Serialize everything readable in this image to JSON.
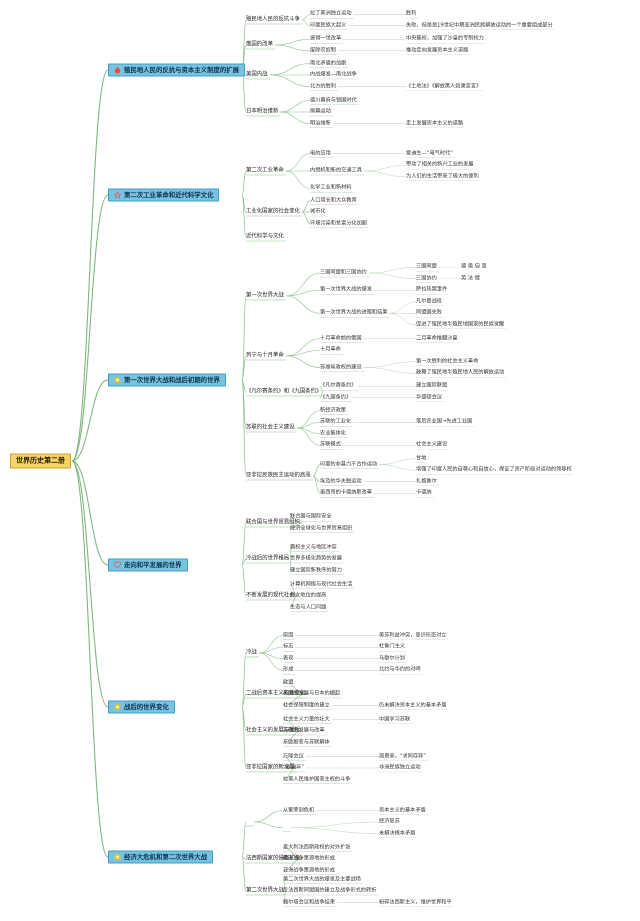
{
  "root": {
    "label": "世界历史第二册"
  },
  "branches": [
    {
      "label": "殖民地人民的反抗与资本主义制度的扩展",
      "icon": "flame-icon",
      "color": "#e84c3d",
      "children": [
        {
          "label": "殖民地人民的反抗斗争",
          "children": [
            {
              "label": "拉丁美洲独立运动",
              "children": [
                {
                  "label": "胜利"
                }
              ]
            },
            {
              "label": "印度民族大起义",
              "children": [
                {
                  "label": "失败，但是是19世纪中期亚洲民族解放运动的一个重要组成部分"
                }
              ]
            }
          ]
        },
        {
          "label": "俄国的改革",
          "children": [
            {
              "label": "彼得一世改革",
              "children": [
                {
                  "label": "中央集权，加强了沙皇的专制权力"
                }
              ]
            },
            {
              "label": "废除农奴制",
              "children": [
                {
                  "label": "推动走向发展资本主义道路"
                }
              ]
            }
          ]
        },
        {
          "label": "美国内战",
          "children": [
            {
              "label": "南北矛盾的加剧"
            },
            {
              "label": "内战爆发—南北战争"
            },
            {
              "label": "北方的胜利",
              "children": [
                {
                  "label": "《土地法》《解放黑人奴隶宣言》"
                }
              ]
            }
          ]
        },
        {
          "label": "日本明治维新",
          "children": [
            {
              "label": "德川幕府与锁国时代"
            },
            {
              "label": "倒幕运动"
            },
            {
              "label": "明治维新",
              "children": [
                {
                  "label": "走上发展资本主义的道路"
                }
              ]
            }
          ]
        }
      ]
    },
    {
      "label": "第二次工业革命和近代科学文化",
      "icon": "star-icon",
      "color": "#e84c3d",
      "children": [
        {
          "label": "第二次工业革命",
          "children": [
            {
              "label": "电的应用",
              "children": [
                {
                  "label": "爱迪生—“电气时代”"
                }
              ]
            },
            {
              "label": "内燃机和新的交通工具",
              "children": [
                {
                  "label": "带动了相关的新兴工业的发展"
                },
                {
                  "label": "为人们的生活带来了极大的便利"
                }
              ]
            },
            {
              "label": "化学工业和新材料"
            }
          ]
        },
        {
          "label": "工业化国家的社会变化",
          "children": [
            {
              "label": "人口增长和大众教育"
            },
            {
              "label": "城市化"
            },
            {
              "label": "环境污染和贫富分化加剧"
            }
          ]
        },
        {
          "label": "近代科学与文化"
        }
      ]
    },
    {
      "label": "第一次世界大战和战后初期的世界",
      "icon": "sun-icon",
      "color": "#f1c40f",
      "children": [
        {
          "label": "第一次世界大战",
          "children": [
            {
              "label": "三国同盟和三国协约",
              "children": [
                {
                  "label": "三国同盟",
                  "children": [
                    {
                      "label": "德 奥 匈 意"
                    }
                  ]
                },
                {
                  "label": "三国协约",
                  "children": [
                    {
                      "label": "英 法 俄"
                    }
                  ]
                }
              ]
            },
            {
              "label": "第一次世界大战的爆发",
              "children": [
                {
                  "label": "萨拉热窝事件"
                }
              ]
            },
            {
              "label": "第一次世界大战的进程和结果",
              "children": [
                {
                  "label": "凡尔登战役"
                },
                {
                  "label": "同盟国失败"
                },
                {
                  "label": "促进了殖民地半殖民地国家的民族觉醒"
                }
              ]
            }
          ]
        },
        {
          "label": "列宁与十月革命",
          "children": [
            {
              "label": "十月革命前的俄国",
              "children": [
                {
                  "label": "二月革命推翻沙皇"
                }
              ]
            },
            {
              "label": "十月革命"
            },
            {
              "label": "苏维埃政权的建设",
              "children": [
                {
                  "label": "第一次胜利的社会主义革命"
                },
                {
                  "label": "鼓舞了殖民地半殖民地人民的解放运动"
                }
              ]
            }
          ]
        },
        {
          "label": "《凡尔赛条约》和《九国条约》",
          "children": [
            {
              "label": "《凡尔赛条约》",
              "children": [
                {
                  "label": "建立国际联盟"
                }
              ]
            },
            {
              "label": "《九国条约》",
              "children": [
                {
                  "label": "华盛顿会议"
                }
              ]
            }
          ]
        },
        {
          "label": "苏联的社会主义建设",
          "children": [
            {
              "label": "新经济政策"
            },
            {
              "label": "苏联的工业化",
              "children": [
                {
                  "label": "落后农业国→先进工业国"
                }
              ]
            },
            {
              "label": "农业集体化"
            },
            {
              "label": "苏联模式",
              "children": [
                {
                  "label": "社会主义建设"
                }
              ]
            }
          ]
        },
        {
          "label": "亚非拉民族民主运动的高涨",
          "children": [
            {
              "label": "印度的非暴力不合作运动",
              "children": [
                {
                  "label": "甘地"
                },
                {
                  "label": "增强了印度人民的自尊心和自信心，保证了资产阶级对运动的领导权"
                }
              ]
            },
            {
              "label": "埃及的华夫脱运动",
              "children": [
                {
                  "label": "扎格鲁尔"
                }
              ]
            },
            {
              "label": "墨西哥的卡德纳斯改革",
              "children": [
                {
                  "label": "卡德纳"
                }
              ]
            }
          ]
        }
      ]
    },
    {
      "label": "走向和平发展的世界",
      "icon": "heart-icon",
      "color": "#e84c3d",
      "children": [
        {
          "label": "联合国与世界贸易组织",
          "children": [
            {
              "label": "联合国与国际安全"
            },
            {
              "label": "经济全球化与世界贸易组织"
            }
          ]
        },
        {
          "label": "冷战后的世界格局",
          "children": [
            {
              "label": "霸权主义与地区冲突"
            },
            {
              "label": "世界多极化趋势的发展"
            },
            {
              "label": "建立国际新秩序的努力"
            }
          ]
        },
        {
          "label": "不断发展的现代社会",
          "children": [
            {
              "label": "计算机网络与现代社会生活"
            },
            {
              "label": "妇女地位的提高"
            },
            {
              "label": "生态与人口问题"
            }
          ]
        }
      ]
    },
    {
      "label": "战后的世界变化",
      "icon": "sun-icon",
      "color": "#f1c40f",
      "children": [
        {
          "label": "冷战",
          "children": [
            {
              "label": "原因",
              "children": [
                {
                  "label": "美苏利益冲突，意识形态对立"
                }
              ]
            },
            {
              "label": "标志",
              "children": [
                {
                  "label": "杜鲁门主义"
                }
              ]
            },
            {
              "label": "表现",
              "children": [
                {
                  "label": "马歇尔计划"
                }
              ]
            },
            {
              "label": "形成",
              "children": [
                {
                  "label": "北约与华约的对峙"
                }
              ]
            }
          ]
        },
        {
          "label": "二战后资本主义的新变化",
          "children": [
            {
              "label": "欧盟"
            },
            {
              "label": "美国的发展与日本的崛起"
            },
            {
              "label": "社会保障制度的建立",
              "children": [
                {
                  "label": "仍未解决资本主义的基本矛盾"
                }
              ]
            }
          ]
        },
        {
          "label": "社会主义的发展与挫折",
          "children": [
            {
              "label": "社会主义力量的壮大",
              "children": [
                {
                  "label": "中国学习苏联"
                }
              ]
            },
            {
              "label": "苏联的发展与改革"
            },
            {
              "label": "东欧剧变与苏联解体"
            }
          ]
        },
        {
          "label": "亚非拉国家的新发展",
          "children": [
            {
              "label": "万隆会议",
              "children": [
                {
                  "label": "周恩来，“求同存异”"
                }
              ]
            },
            {
              "label": "“非洲年”",
              "children": [
                {
                  "label": "非洲民族独立运动"
                }
              ]
            },
            {
              "label": "拉美人民维护国家主权的斗争"
            }
          ]
        }
      ]
    },
    {
      "label": "经济大危机和第二次世界大战",
      "icon": "sun-icon",
      "color": "#f1c40f",
      "children": [
        {
          "label": "",
          "children": [
            {
              "label": "从繁荣到危机",
              "children": [
                {
                  "label": "资本主义的基本矛盾"
                }
              ]
            },
            {
              "label": "",
              "children": [
                {
                  "label": "经济复苏"
                },
                {
                  "label": "未解决根本矛盾"
                }
              ]
            }
          ]
        },
        {
          "label": "法西斯国家的侵略扩张",
          "children": [
            {
              "label": "意大利法西斯政权的对外扩张"
            },
            {
              "label": "欧洲战争策源地的形成"
            },
            {
              "label": "亚洲战争策源地的形成"
            }
          ]
        },
        {
          "label": "第二次世界大战",
          "children": [
            {
              "label": "第二次世界大战的爆发及主要战场"
            },
            {
              "label": "反法西斯同盟国的建立及战争形式的转折"
            },
            {
              "label": "雅尔塔会议和战争结束",
              "children": [
                {
                  "label": "粉碎法西斯主义，维护世界和平"
                }
              ]
            }
          ]
        }
      ]
    }
  ]
}
